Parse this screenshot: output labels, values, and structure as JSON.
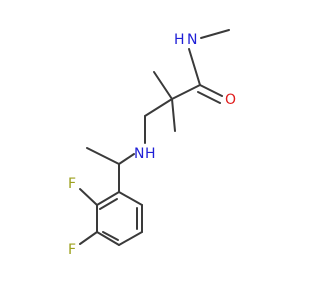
{
  "molecule": {
    "atoms": {
      "amide_nh": {
        "label": "N",
        "h_label": "H",
        "color": "#1f1fd6"
      },
      "carbonyl_o": {
        "label": "O",
        "color": "#e01c1c"
      },
      "amine_nh": {
        "label": "N",
        "h_label": "H",
        "color": "#1f1fd6"
      },
      "fluorine_2": {
        "label": "F",
        "color": "#9ca01d"
      },
      "fluorine_3": {
        "label": "F",
        "color": "#9ca01d"
      }
    },
    "bond_color": "#3a3a3a"
  }
}
